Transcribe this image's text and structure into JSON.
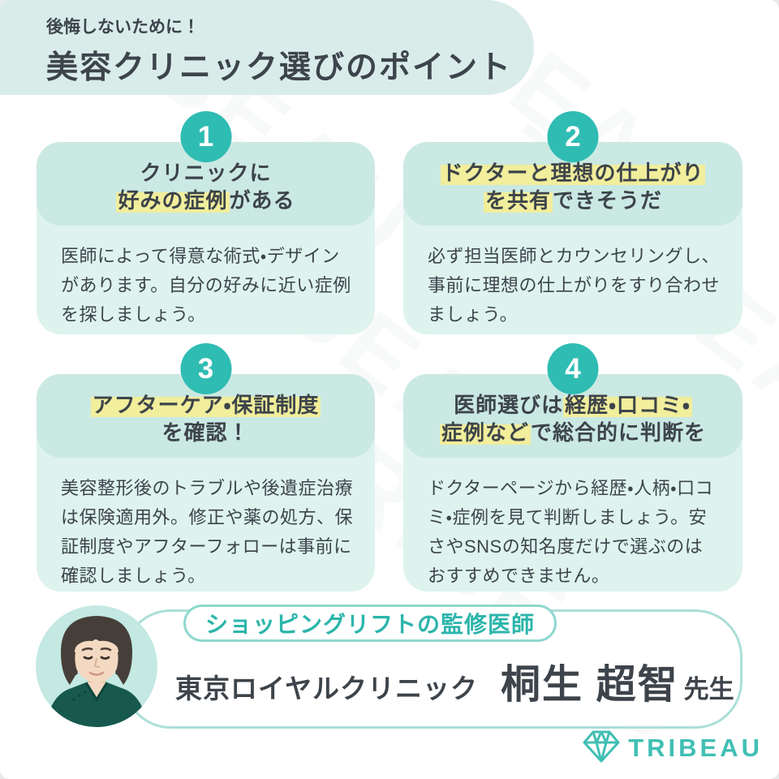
{
  "banner": {
    "tagline": "後悔しないために！",
    "title": "美容クリニック選びのポイント"
  },
  "cards": [
    {
      "number": "1",
      "title_lines": [
        [
          {
            "t": "クリニックに",
            "hl": false
          }
        ],
        [
          {
            "t": "好みの症例",
            "hl": true
          },
          {
            "t": "がある",
            "hl": false
          }
        ]
      ],
      "body": "医師によって得意な術式・デザインがあります。自分の好みに近い症例を探しましょう。"
    },
    {
      "number": "2",
      "title_lines": [
        [
          {
            "t": "ドクターと理想の仕上がり",
            "hl": true
          }
        ],
        [
          {
            "t": "を共有",
            "hl": true
          },
          {
            "t": "できそうだ",
            "hl": false
          }
        ]
      ],
      "body": "必ず担当医師とカウンセリングし、事前に理想の仕上がりをすり合わせましょう。"
    },
    {
      "number": "3",
      "title_lines": [
        [
          {
            "t": "アフターケア・保証制度",
            "hl": true
          }
        ],
        [
          {
            "t": "を確認！",
            "hl": false
          }
        ]
      ],
      "body": "美容整形後のトラブルや後遺症治療は保険適用外。修正や薬の処方、保証制度やアフターフォローは事前に確認しましょう。"
    },
    {
      "number": "4",
      "title_lines": [
        [
          {
            "t": "医師選びは",
            "hl": false
          },
          {
            "t": "経歴・口コミ・",
            "hl": true
          }
        ],
        [
          {
            "t": "症例など",
            "hl": true
          },
          {
            "t": "で総合的に判断を",
            "hl": false
          }
        ]
      ],
      "body": "ドクターページから経歴・人柄・口コミ・症例を見て判断しましょう。安さやSNSの知名度だけで選ぶのはおすすめできません。"
    }
  ],
  "supervisor": {
    "badge": "ショッピングリフトの監修医師",
    "clinic": "東京ロイヤルクリニック",
    "doctor": "桐生 超智",
    "honorific": "先生",
    "avatar_icon": "doctor-photo"
  },
  "logo": {
    "icon": "gem-icon",
    "text": "TRIBEAU"
  },
  "watermark": "TRIBEAU",
  "colors": {
    "accent": "#2fbcb3",
    "banner-bg": "#d9ecea",
    "head-bg": "#cbe9e3",
    "body-bg": "#def3ee",
    "highlight": "#f1ee9c",
    "box-border": "#abdfd8",
    "badge-border": "#8fd8d0",
    "badge-text": "#2cb5ab",
    "text": "#3d444b",
    "logo": "#41bfb4"
  }
}
